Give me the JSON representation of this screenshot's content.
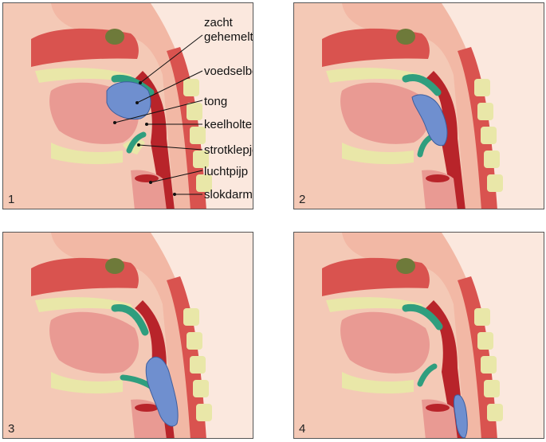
{
  "panels": [
    {
      "number": "1"
    },
    {
      "number": "2"
    },
    {
      "number": "3"
    },
    {
      "number": "4"
    }
  ],
  "labels": {
    "soft_palate_line1": "zacht",
    "soft_palate_line2": "gehemelte",
    "bolus": "voedselbolus",
    "tongue": "tong",
    "pharynx": "keelholte",
    "epiglottis": "strotklepje",
    "trachea": "luchtpijp",
    "esophagus": "slokdarm"
  },
  "colors": {
    "skin": "#f4c9b6",
    "background": "#fbe8de",
    "tissue_red": "#d9534f",
    "deep_red": "#b8242a",
    "bone": "#e9e7a8",
    "bone_green": "#6e7a3a",
    "palate_green": "#2f9e7e",
    "bolus_blue": "#6f8fcf"
  }
}
